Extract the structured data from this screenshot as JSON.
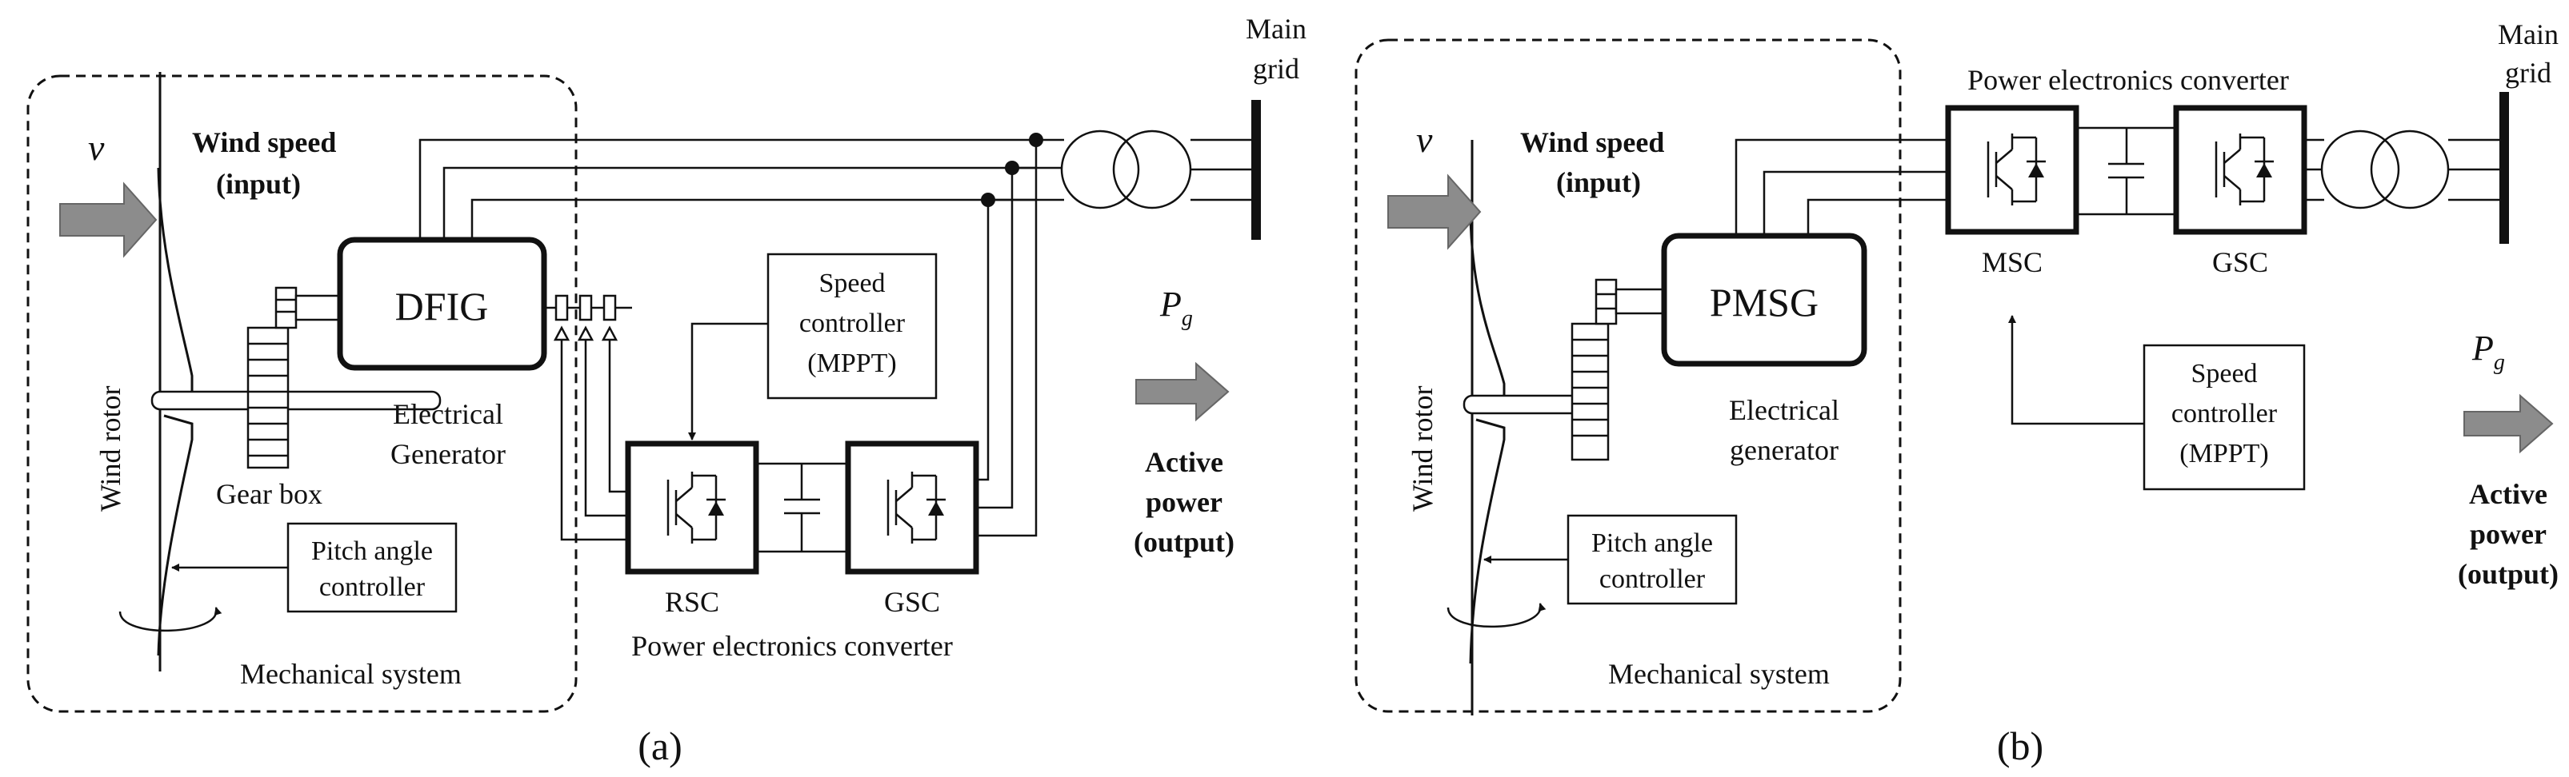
{
  "panel_a": {
    "v_symbol": "v",
    "wind_speed_line1": "Wind speed",
    "wind_speed_line2": "(input)",
    "wind_rotor": "Wind rotor",
    "generator": "DFIG",
    "electrical_generator_line1": "Electrical",
    "electrical_generator_line2": "Generator",
    "gear_box": "Gear box",
    "pitch_controller_line1": "Pitch angle",
    "pitch_controller_line2": "controller",
    "mechanical_system": "Mechanical system",
    "speed_controller_line1": "Speed",
    "speed_controller_line2": "controller",
    "speed_controller_line3": "(MPPT)",
    "rsc": "RSC",
    "gsc": "GSC",
    "power_electronics": "Power electronics converter",
    "main_grid_line1": "Main",
    "main_grid_line2": "grid",
    "pg_symbol": "P",
    "pg_sub": "g",
    "active_power_line1": "Active",
    "active_power_line2": "power",
    "active_power_line3": "(output)",
    "caption": "(a)"
  },
  "panel_b": {
    "v_symbol": "v",
    "wind_speed_line1": "Wind speed",
    "wind_speed_line2": "(input)",
    "wind_rotor": "Wind rotor",
    "generator": "PMSG",
    "electrical_generator_line1": "Electrical",
    "electrical_generator_line2": "generator",
    "pitch_controller_line1": "Pitch angle",
    "pitch_controller_line2": "controller",
    "mechanical_system": "Mechanical system",
    "speed_controller_line1": "Speed",
    "speed_controller_line2": "controller",
    "speed_controller_line3": "(MPPT)",
    "msc": "MSC",
    "gsc": "GSC",
    "power_electronics": "Power electronics converter",
    "main_grid_line1": "Main",
    "main_grid_line2": "grid",
    "pg_symbol": "P",
    "pg_sub": "g",
    "active_power_line1": "Active",
    "active_power_line2": "power",
    "active_power_line3": "(output)",
    "caption": "(b)"
  },
  "colors": {
    "line": "#111111",
    "arrow_fill": "#8c8c8c"
  }
}
